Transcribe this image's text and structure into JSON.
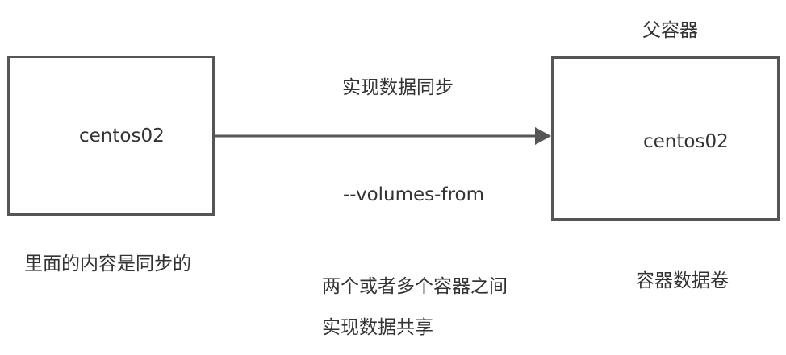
{
  "left_container": {
    "label": "centos02"
  },
  "right_container": {
    "label": "centos02",
    "title": "父容器"
  },
  "arrow": {
    "top_label": "实现数据同步",
    "bottom_label": "--volumes-from"
  },
  "captions": {
    "left": "里面的内容是同步的",
    "middle_line1": "两个或者多个容器之间",
    "middle_line2": "实现数据共享",
    "right": "容器数据卷"
  },
  "colors": {
    "box_border": "#555555",
    "arrow": "#555555",
    "text": "#333333"
  }
}
